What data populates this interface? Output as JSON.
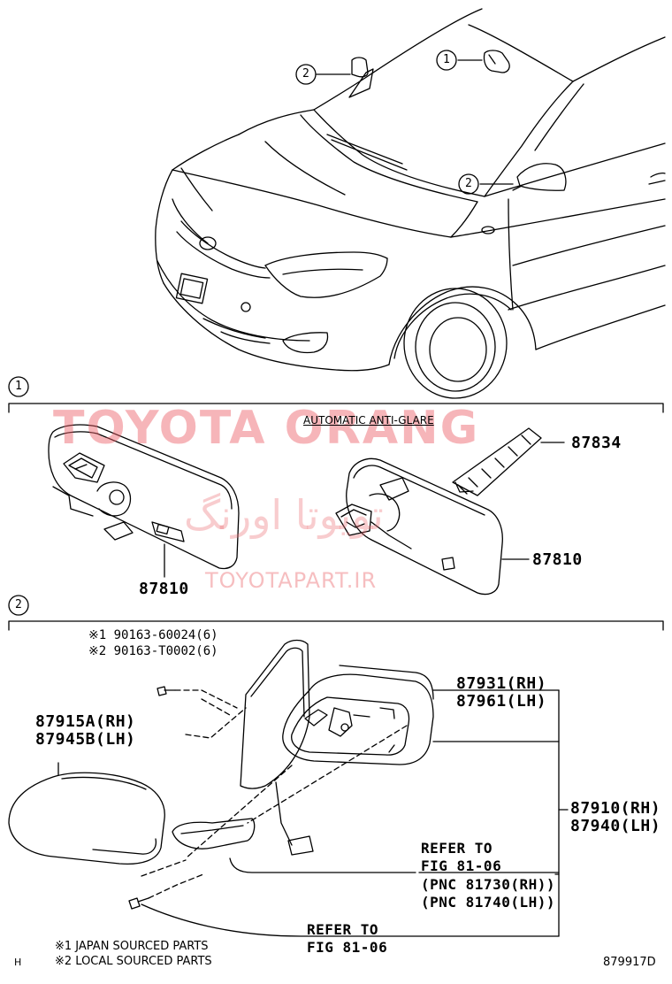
{
  "watermark": {
    "title": "TOYOTA ORANG",
    "persian": "تويوتا اورنگ",
    "url": "TOYOTAPART.IR"
  },
  "sections": {
    "section1_marker": "1",
    "section2_marker": "2",
    "car_callout_1": "1",
    "car_callout_2a": "2",
    "car_callout_2b": "2"
  },
  "section1": {
    "subtitle": "AUTOMATIC ANTI-GLARE",
    "parts": [
      "87834",
      "87810",
      "87810"
    ]
  },
  "section2": {
    "bolt_1": "※1 90163-60024(6)",
    "bolt_2": "※2 90163-T0002(6)",
    "cover_rh": "87915A(RH)",
    "cover_lh": "87945B(LH)",
    "housing_rh": "87931(RH)",
    "housing_lh": "87961(LH)",
    "assy_rh": "87910(RH)",
    "assy_lh": "87940(LH)",
    "refer_a_1": "REFER TO",
    "refer_a_2": "FIG 81-06",
    "refer_a_3": "(PNC 81730(RH))",
    "refer_a_4": "(PNC 81740(LH))",
    "refer_b_1": "REFER TO",
    "refer_b_2": "FIG 81-06"
  },
  "footer": {
    "note_1": "※1 JAPAN SOURCED PARTS",
    "note_2": "※2 LOCAL SOURCED PARTS",
    "corner_mark": "H",
    "figure_id": "879917D"
  }
}
